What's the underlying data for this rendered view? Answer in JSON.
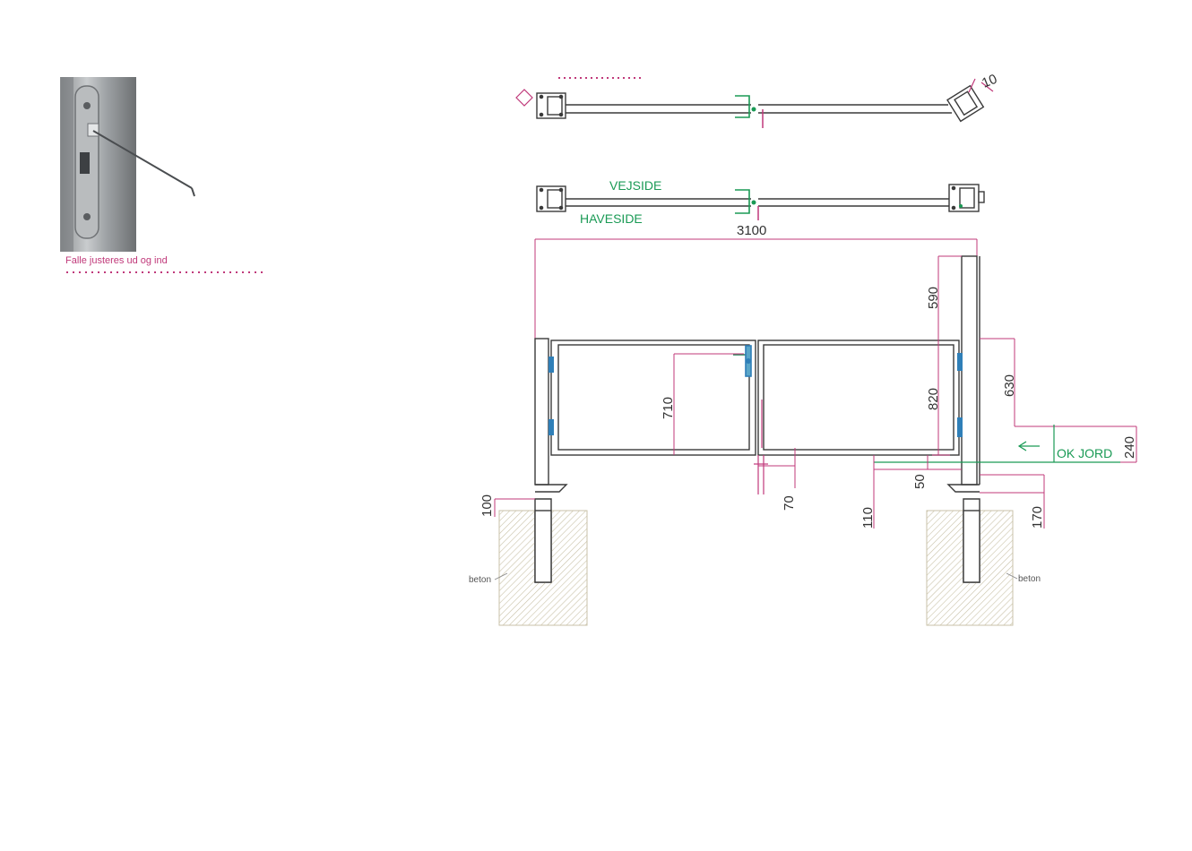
{
  "photo": {
    "caption": "Falle justeres ud og ind"
  },
  "plan_view": {
    "road_side_label": "VEJSIDE",
    "garden_side_label": "HAVESIDE",
    "angle_dim": "10"
  },
  "elevation": {
    "dim_total_width": "3100",
    "dim_post_above": "590",
    "dim_frame_height": "710",
    "dim_right_frame": "820",
    "dim_hinge_to_ground": "630",
    "dim_ground_span": "240",
    "ground_label": "OK JORD",
    "dim_gap": "50",
    "dim_bottom_offset": "70",
    "dim_clearance_left": "110",
    "dim_post_foot": "170",
    "dim_plate": "100",
    "concrete_left": "beton",
    "concrete_right": "beton"
  },
  "colors": {
    "line": "#3a3a3a",
    "dimension": "#c0397a",
    "green": "#1a9a55",
    "hinge": "#2f7fb8"
  }
}
